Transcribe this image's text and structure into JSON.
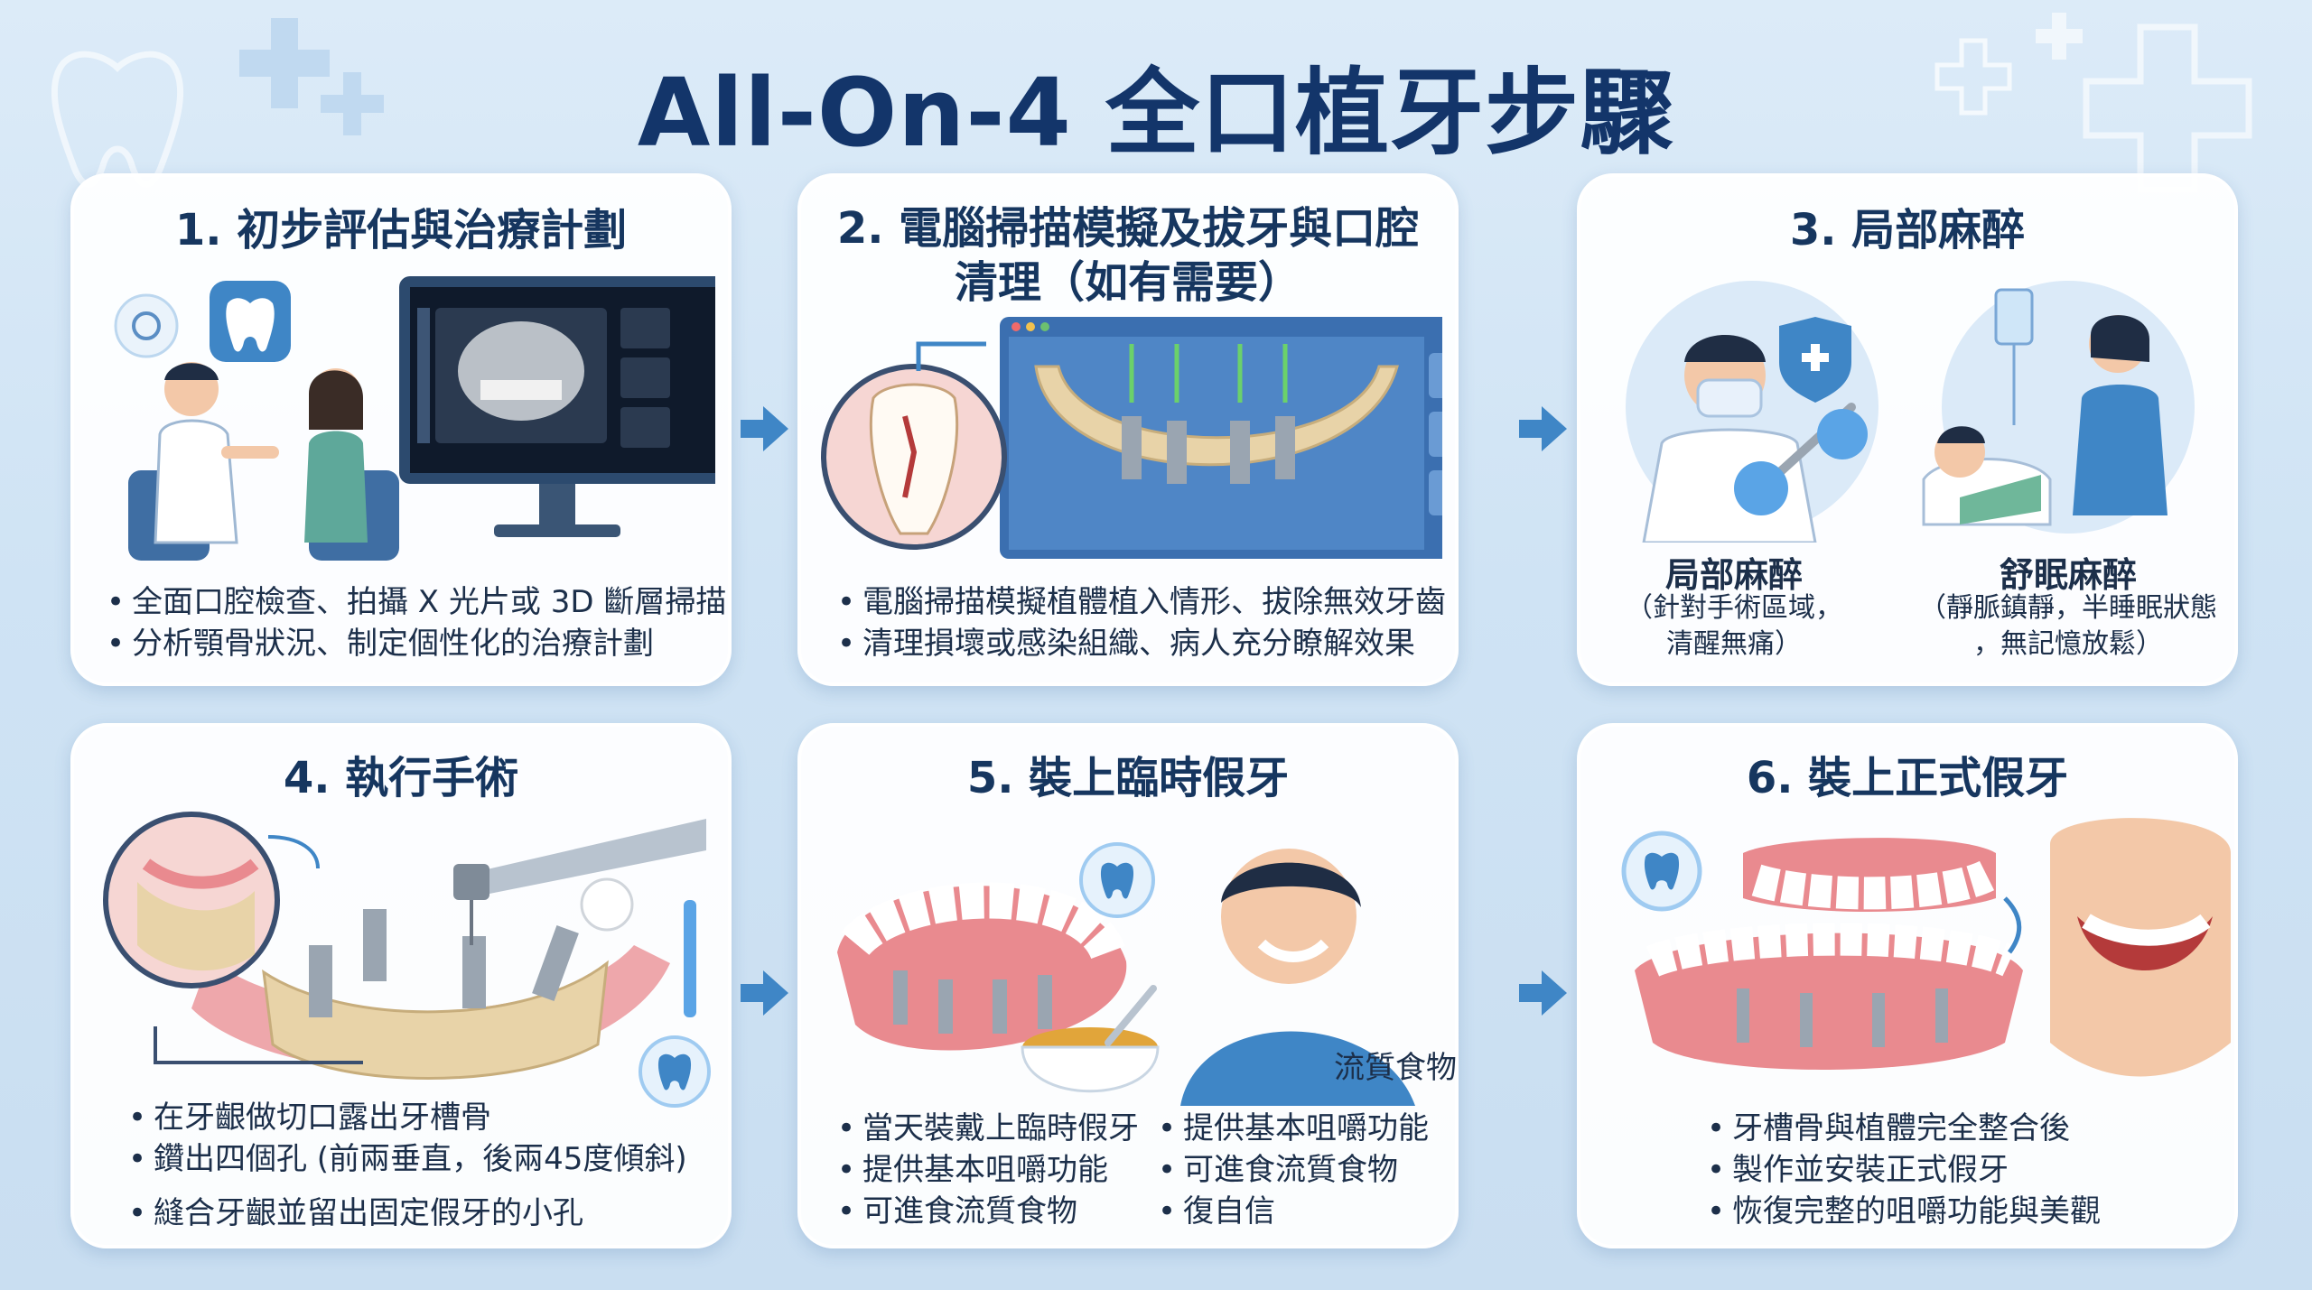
{
  "title": "All-On-4 全口植牙步驟",
  "steps": [
    {
      "title": "1. 初步評估與治療計劃",
      "bullets": [
        "全面口腔檢查、拍攝 X 光片或 3D 斷層掃描",
        "分析顎骨狀況、制定個性化的治療計劃"
      ]
    },
    {
      "title_line1": "2.  電腦掃描模擬及拔牙與口腔",
      "title_line2": "清理（如有需要）",
      "bullets": [
        "電腦掃描模擬植體植入情形、拔除無效牙齒",
        "清理損壞或感染組織、病人充分瞭解效果"
      ]
    },
    {
      "title": "3. 局部麻醉",
      "options": [
        {
          "label": "局部麻醉",
          "desc_line1": "（針對手術區域，",
          "desc_line2": "清醒無痛）"
        },
        {
          "label": "舒眠麻醉",
          "desc_line1": "（靜脈鎮靜，半睡眠狀態",
          "desc_line2": "，無記憶放鬆）"
        }
      ]
    },
    {
      "title": "4. 執行手術",
      "bullets": [
        "在牙齦做切口露出牙槽骨",
        "鑽出四個孔 (前兩垂直，後兩45度傾斜)",
        "縫合牙齦並留出固定假牙的小孔"
      ]
    },
    {
      "title": "5. 裝上臨時假牙",
      "food_label": "流質食物",
      "bullets_left": [
        "當天裝戴上臨時假牙",
        "提供基本咀嚼功能",
        "可進食流質食物"
      ],
      "bullets_right": [
        "提供基本咀嚼功能",
        "可進食流質食物",
        "復自信"
      ]
    },
    {
      "title": "6. 裝上正式假牙",
      "bullets": [
        "牙槽骨與植體完全整合後",
        "製作並安裝正式假牙",
        "恢復完整的咀嚼功能與美觀"
      ]
    }
  ],
  "colors": {
    "arrow": "#3f86c6",
    "title": "#13356a",
    "gum": "#e98a8f",
    "bone": "#e8d3a8",
    "implant": "#9aa5b1"
  },
  "icons": [
    "tooth-icon",
    "shield-cross-icon",
    "arrow-right-icon",
    "plus-icon",
    "tooth-outline-icon"
  ]
}
